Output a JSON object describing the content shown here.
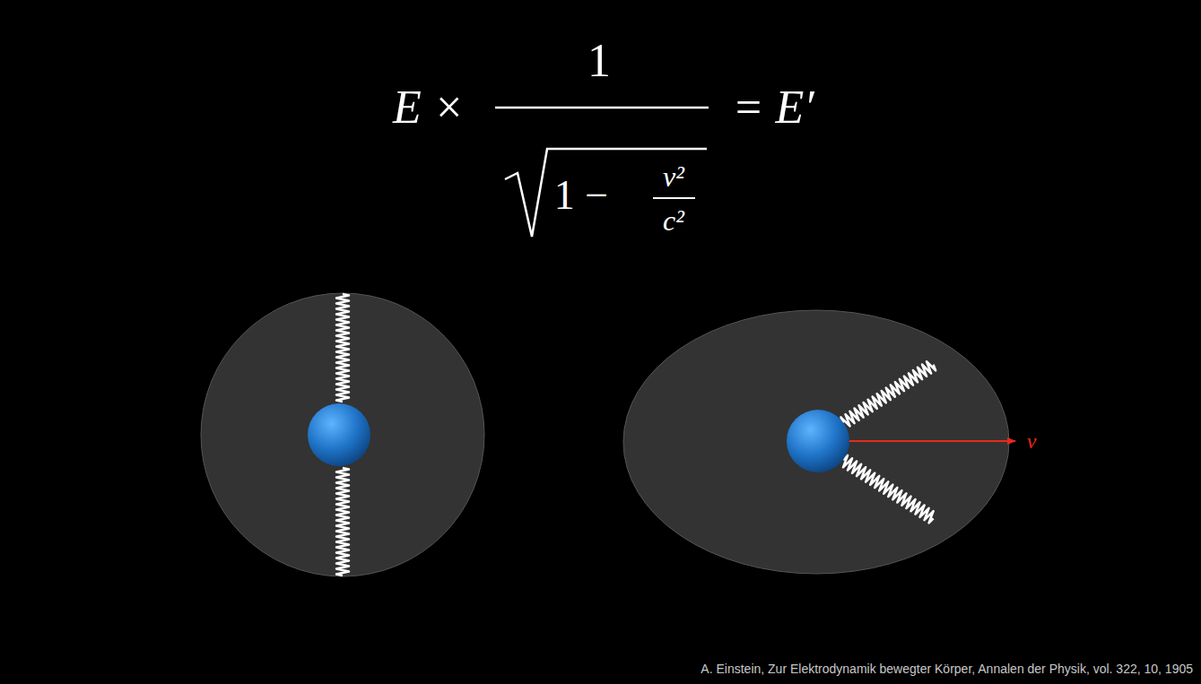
{
  "diagram": {
    "labels": [
      "E ×",
      "1",
      "1 −",
      "v²",
      "c²",
      "= E′",
      "v",
      "A. Einstein, Zur Elektrodynamik bewegter Körper, Annalen der Physik, vol. 322, 10, 1905"
    ]
  }
}
